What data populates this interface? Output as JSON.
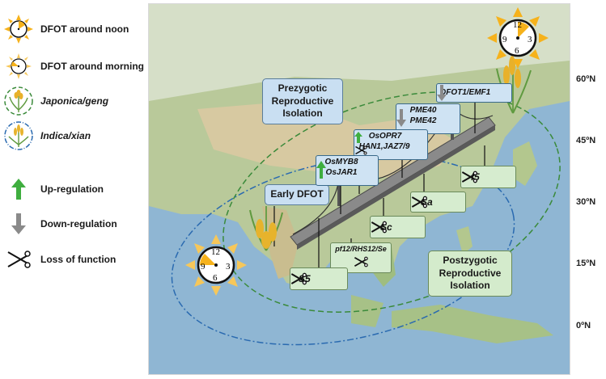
{
  "legend": {
    "noon": "DFOT around noon",
    "morning": "DFOT around morning",
    "japonica": "Japonica/geng",
    "indica": "Indica/xian",
    "up": "Up-regulation",
    "down": "Down-regulation",
    "loss": "Loss of function"
  },
  "latitudes": [
    "60ºN",
    "45ºN",
    "30ºN",
    "15ºN",
    "0ºN"
  ],
  "clock_numbers": [
    "12",
    "3",
    "6",
    "9"
  ],
  "labels": {
    "prezygotic": "Prezygotic Reproductive Isolation",
    "postzygotic": "Postzygotic Reproductive Isolation",
    "early_dfot": "Early DFOT",
    "dfot1_emf1": "DFOT1/EMF1",
    "pme40": "PME40",
    "pme42": "PME42",
    "osopr7": "OsOPR7",
    "han1": "HAN1,JAZ7/9",
    "osmyb8": "OsMYB8",
    "osjar1": "OsJAR1",
    "f5": "f5",
    "sa": "Sa",
    "sc": "Sc",
    "pf12": "pf12/RHS12/Se",
    "s5": "S5"
  },
  "colors": {
    "up_arrow": "#3fae3f",
    "down_arrow": "#8a8a8a",
    "japonica_ring": "#3a8a3a",
    "indica_ring": "#2a6ab0",
    "sun": "#f6b21b"
  }
}
